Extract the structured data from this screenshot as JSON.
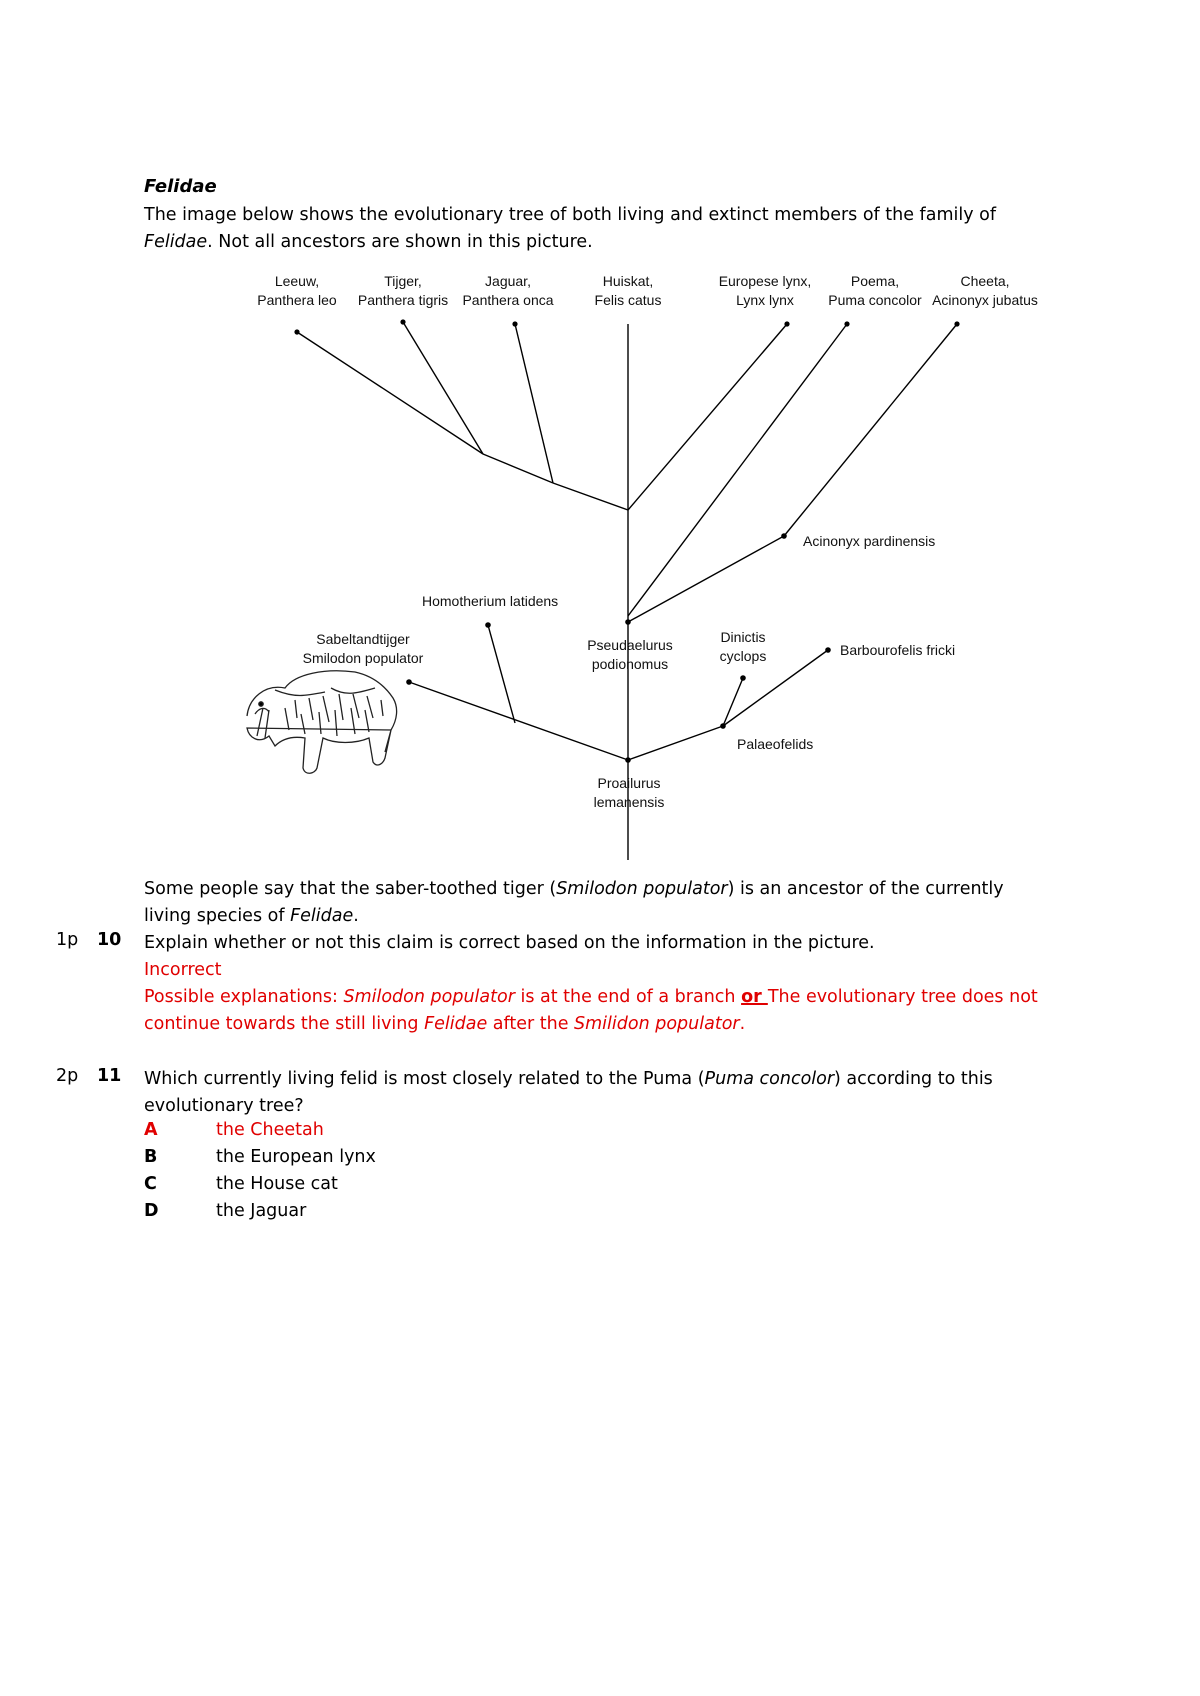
{
  "heading": "Felidae",
  "intro": {
    "part1": "The image below shows the evolutionary tree of both living and extinct members of the family of ",
    "felidae": "Felidae",
    "part2": ". Not all ancestors are shown in this picture."
  },
  "tree": {
    "leeuw": [
      "Leeuw,",
      "Panthera leo"
    ],
    "tijger": [
      "Tijger,",
      "Panthera tigris"
    ],
    "jaguar": [
      "Jaguar,",
      "Panthera onca"
    ],
    "huiskat": [
      "Huiskat,",
      "Felis catus"
    ],
    "lynx": [
      "Europese lynx,",
      "Lynx lynx"
    ],
    "poema": [
      "Poema,",
      "Puma concolor"
    ],
    "cheeta": [
      "Cheeta,",
      "Acinonyx jubatus"
    ],
    "acinonyx_pardinensis": "Acinonyx pardinensis",
    "homotherium": "Homotherium latidens",
    "smilodon": [
      "Sabeltandtijger",
      "Smilodon populator"
    ],
    "pseudaelurus": [
      "Pseudaelurus",
      "podionomus"
    ],
    "dinictis": [
      "Dinictis",
      "cyclops"
    ],
    "barbourofelis": "Barbourofelis fricki",
    "palaeofelids": "Palaeofelids",
    "proailurus": [
      "Proailurus",
      "lemanensis"
    ]
  },
  "context": {
    "p1": "Some people say that the saber-toothed tiger (",
    "smilodon": "Smilodon populator",
    "p2": ") is an ancestor of the currently living species of ",
    "felidae": "Felidae",
    "p3": "."
  },
  "q10": {
    "points": "1p",
    "number": "10",
    "text": "Explain whether or not this claim is correct based on the information in the picture.",
    "answer": "Incorrect",
    "expl_a": "Possible explanations: ",
    "expl_b": "Smilodon populator",
    "expl_c": " is at the end of a branch ",
    "expl_or": "or ",
    "expl_d": "The evolutionary tree does not continue towards the still living ",
    "expl_e": "Felidae",
    "expl_f": " after the ",
    "expl_g": "Smilidon populator",
    "expl_h": "."
  },
  "q11": {
    "points": "2p",
    "number": "11",
    "text_a": "Which currently living felid is most closely related to the Puma (",
    "text_b": "Puma concolor",
    "text_c": ") according to this evolutionary tree?",
    "options": [
      {
        "letter": "A",
        "text": "the Cheetah"
      },
      {
        "letter": "B",
        "text": "the European lynx"
      },
      {
        "letter": "C",
        "text": "the House cat"
      },
      {
        "letter": "D",
        "text": "the Jaguar"
      }
    ]
  }
}
